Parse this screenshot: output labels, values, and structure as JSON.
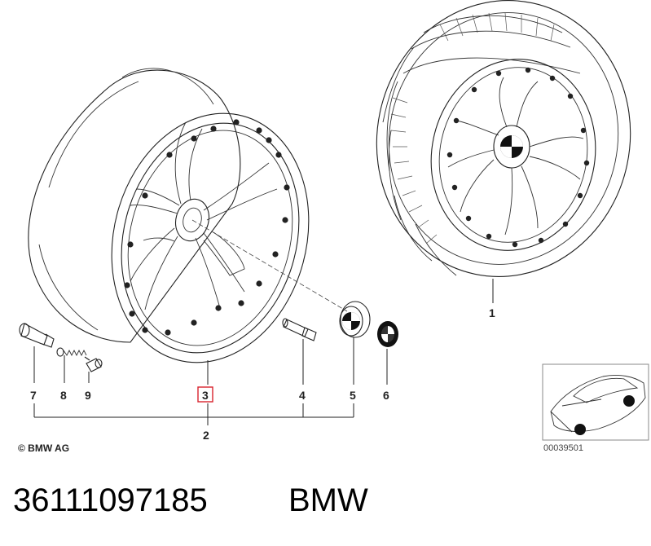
{
  "copyright": "© BMW AG",
  "inset_number": "00039501",
  "part_number": "36111097185",
  "brand": "BMW",
  "callouts": {
    "c1": "1",
    "c2": "2",
    "c3": "3",
    "c4": "4",
    "c5": "5",
    "c6": "6",
    "c7": "7",
    "c8": "8",
    "c9": "9"
  },
  "highlight_color": "#d9232e"
}
